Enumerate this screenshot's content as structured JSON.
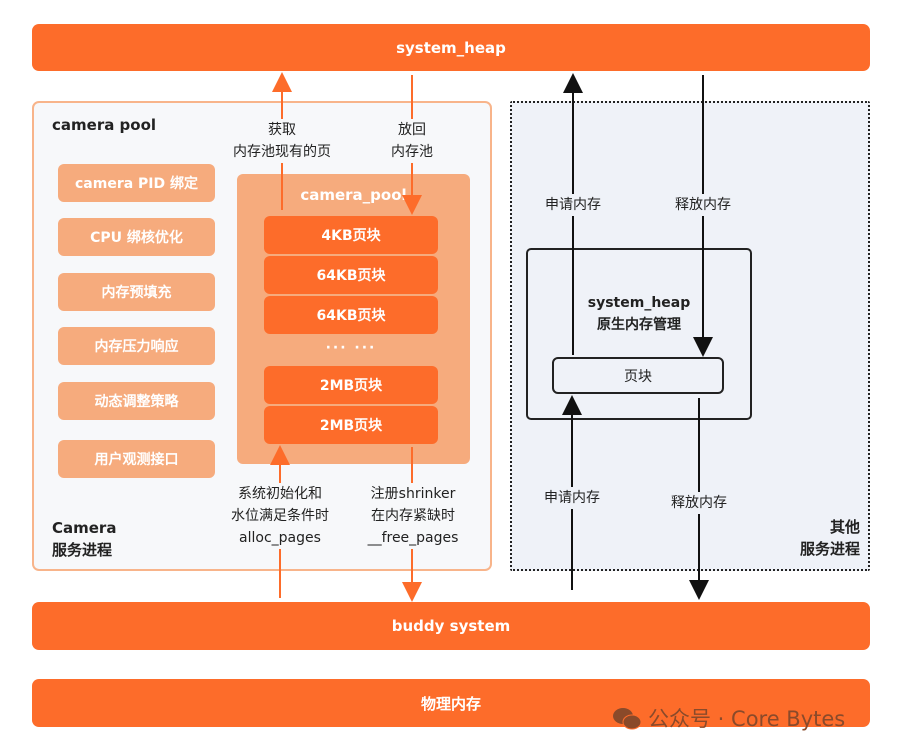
{
  "bars": {
    "system_heap": "system_heap",
    "buddy_system": "buddy system",
    "physical_memory": "物理内存"
  },
  "camera_panel": {
    "title": "camera pool",
    "process_label_line1": "Camera",
    "process_label_line2": "服务进程",
    "features": [
      "camera PID 绑定",
      "CPU 绑核优化",
      "内存预填充",
      "内存压力响应",
      "动态调整策略",
      "用户观测接口"
    ],
    "pool": {
      "title": "camera_pool",
      "blocks": [
        "4KB页块",
        "64KB页块",
        "64KB页块",
        "2MB页块",
        "2MB页块"
      ],
      "ellipsis": "··· ···"
    },
    "arrow_labels": {
      "acquire_line1": "获取",
      "acquire_line2": "内存池现有的页",
      "return_line1": "放回",
      "return_line2": "内存池",
      "alloc_line1": "系统初始化和",
      "alloc_line2": "水位满足条件时",
      "alloc_line3": "alloc_pages",
      "free_line1": "注册shrinker",
      "free_line2": "在内存紧缺时",
      "free_line3": "__free_pages"
    }
  },
  "other_panel": {
    "process_label_line1": "其他",
    "process_label_line2": "服务进程",
    "system_heap_title": "system_heap",
    "system_heap_subtitle": "原生内存管理",
    "page_block": "页块",
    "arrow_labels": {
      "request_top": "申请内存",
      "release_top": "释放内存",
      "request_bottom": "申请内存",
      "release_bottom": "释放内存"
    }
  },
  "watermark": {
    "text": "公众号 · Core Bytes",
    "icon": "wechat-icon"
  },
  "colors": {
    "primary_orange": "#fd6c2a",
    "light_orange": "#f6ab7d",
    "panel_border": "#f8b48a",
    "other_panel_bg": "#eff2f8",
    "arrow_black": "#111111"
  }
}
